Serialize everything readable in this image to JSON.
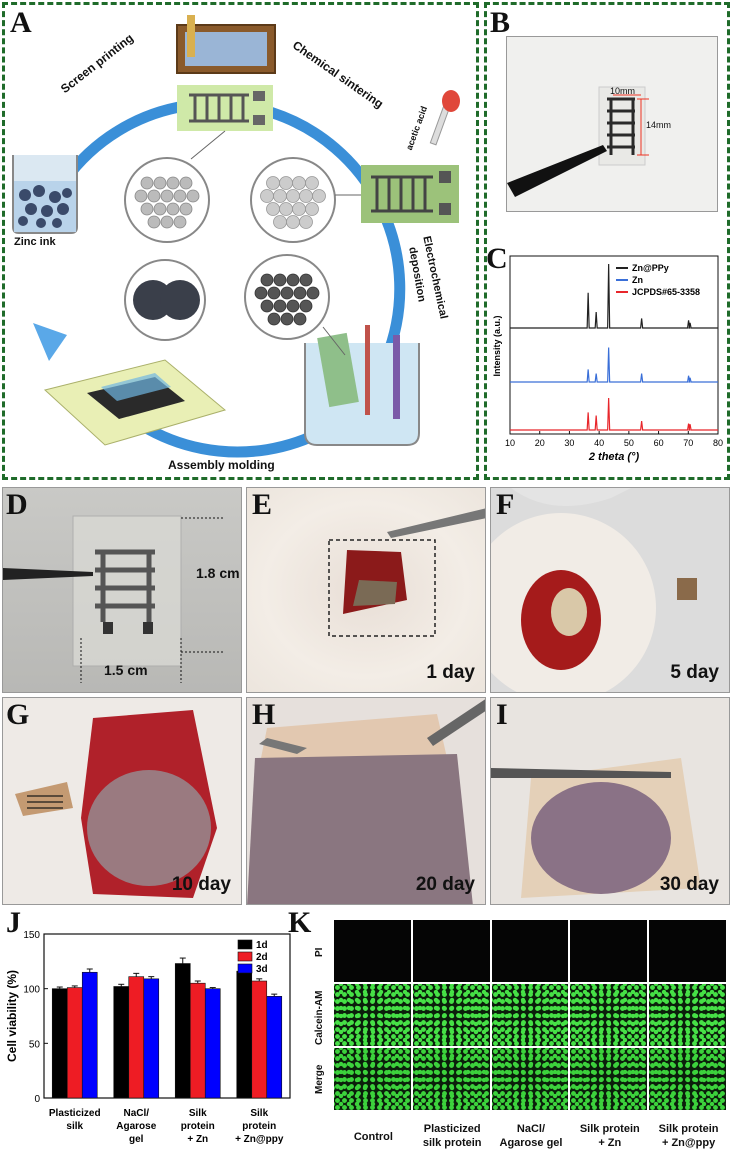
{
  "panels": {
    "a": "A",
    "b": "B",
    "c": "C",
    "d": "D",
    "e": "E",
    "f": "F",
    "g": "G",
    "h": "H",
    "i": "I",
    "j": "J",
    "k": "K"
  },
  "panel_a": {
    "screen_printing": "Screen printing",
    "chemical_sintering": "Chemical sintering",
    "acetic_acid": "acetic acid",
    "zinc_ink": "Zinc ink",
    "electrochemical": "Electrochemical",
    "deposition": "deposition",
    "assembly_molding": "Assembly molding"
  },
  "panel_b": {
    "dim_w": "10mm",
    "dim_h": "14mm"
  },
  "panel_d": {
    "dim_h": "1.8 cm",
    "dim_w": "1.5 cm"
  },
  "days": {
    "e": "1 day",
    "f": "5 day",
    "g": "10 day",
    "h": "20 day",
    "i": "30 day"
  },
  "chart_data": [
    {
      "type": "line",
      "title": "",
      "xlabel": "2 theta (°)",
      "ylabel": "Intensity (a.u.)",
      "xlim": [
        10,
        80
      ],
      "x_ticks": [
        "10",
        "20",
        "30",
        "40",
        "50",
        "60",
        "70",
        "80"
      ],
      "series": [
        {
          "name": "Zn@PPy",
          "color": "#222222",
          "peaks": [
            [
              36.3,
              0.55
            ],
            [
              39.0,
              0.25
            ],
            [
              43.2,
              1.0
            ],
            [
              54.3,
              0.15
            ],
            [
              70.1,
              0.12
            ],
            [
              70.6,
              0.08
            ]
          ]
        },
        {
          "name": "Zn",
          "color": "#3a6fd8",
          "peaks": [
            [
              36.3,
              0.3
            ],
            [
              39.0,
              0.2
            ],
            [
              43.2,
              0.82
            ],
            [
              54.3,
              0.2
            ],
            [
              70.1,
              0.15
            ],
            [
              70.6,
              0.1
            ]
          ]
        },
        {
          "name": "JCPDS#65-3358",
          "color": "#e8262b",
          "peaks": [
            [
              36.3,
              0.55
            ],
            [
              39.0,
              0.45
            ],
            [
              43.2,
              1.0
            ],
            [
              54.3,
              0.28
            ],
            [
              70.1,
              0.2
            ],
            [
              70.6,
              0.18
            ]
          ]
        }
      ]
    },
    {
      "type": "bar",
      "title": "",
      "xlabel": "",
      "ylabel": "Cell viability (%)",
      "ylim": [
        0,
        150
      ],
      "y_ticks": [
        "0",
        "50",
        "100",
        "150"
      ],
      "categories": [
        "Plasticized silk",
        "NaCl/ Agarose gel",
        "Silk protein + Zn",
        "Silk protein + Zn@ppy"
      ],
      "category_lines": [
        [
          "Plasticized",
          "silk"
        ],
        [
          "NaCl/",
          "Agarose",
          "gel"
        ],
        [
          "Silk",
          "protein",
          "+ Zn"
        ],
        [
          "Silk",
          "protein",
          "+ Zn@ppy"
        ]
      ],
      "series": [
        {
          "name": "1d",
          "color": "#000000",
          "values": [
            100,
            102,
            123,
            116
          ],
          "err": [
            1.5,
            2,
            5,
            3
          ]
        },
        {
          "name": "2d",
          "color": "#ee1c24",
          "values": [
            101,
            111,
            105,
            107
          ],
          "err": [
            1.5,
            3,
            2,
            2
          ]
        },
        {
          "name": "3d",
          "color": "#0000ff",
          "values": [
            115,
            109,
            100,
            93
          ],
          "err": [
            3,
            2,
            1,
            2
          ]
        }
      ],
      "legend": "top-right"
    }
  ],
  "panel_k": {
    "rows": [
      "PI",
      "Calcein-AM",
      "Merge"
    ],
    "columns": [
      [
        "Control"
      ],
      [
        "Plasticized",
        "silk protein"
      ],
      [
        "NaCl/",
        "Agarose gel"
      ],
      [
        "Silk protein",
        "+ Zn"
      ],
      [
        "Silk protein",
        "+ Zn@ppy"
      ]
    ]
  }
}
